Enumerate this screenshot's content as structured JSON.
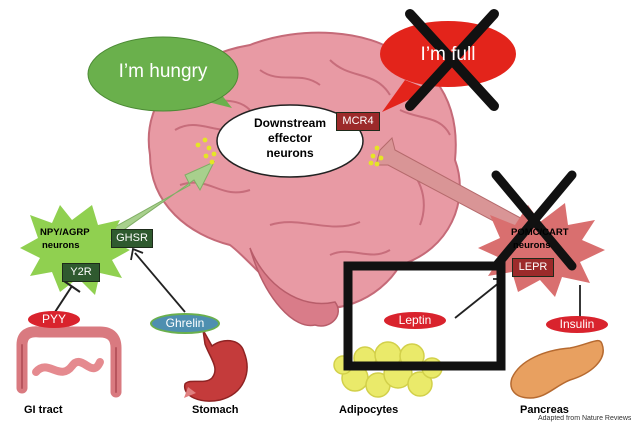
{
  "bubbles": {
    "hungry": "I’m hungry",
    "full": "I’m full"
  },
  "center": {
    "title_lines": [
      "Downstream",
      "effector",
      "neurons"
    ],
    "receptor": "MCR4"
  },
  "left_neurons": {
    "name_lines": [
      "NPY/AGRP",
      "neurons"
    ],
    "receptor_top": "GHSR",
    "receptor_bottom": "Y2R"
  },
  "right_neurons": {
    "name_lines": [
      "POMC/CART",
      "neurons"
    ],
    "receptor": "LEPR"
  },
  "hormones": {
    "pyy": "PYY",
    "ghrelin": "Ghrelin",
    "leptin": "Leptin",
    "insulin": "Insulin"
  },
  "organs": {
    "gi": "GI tract",
    "stomach": "Stomach",
    "adipocytes": "Adipocytes",
    "pancreas": "Pancreas"
  },
  "credit": "Adapted from Nature Reviews G",
  "colors": {
    "hungry_green": "#6ab04c",
    "full_red": "#e3241b",
    "tag_dark_green": "#2f5a2f",
    "tag_dark_red": "#9c2a2a",
    "pill_red": "#d9232d",
    "brain_pink": "#e89aa4"
  }
}
